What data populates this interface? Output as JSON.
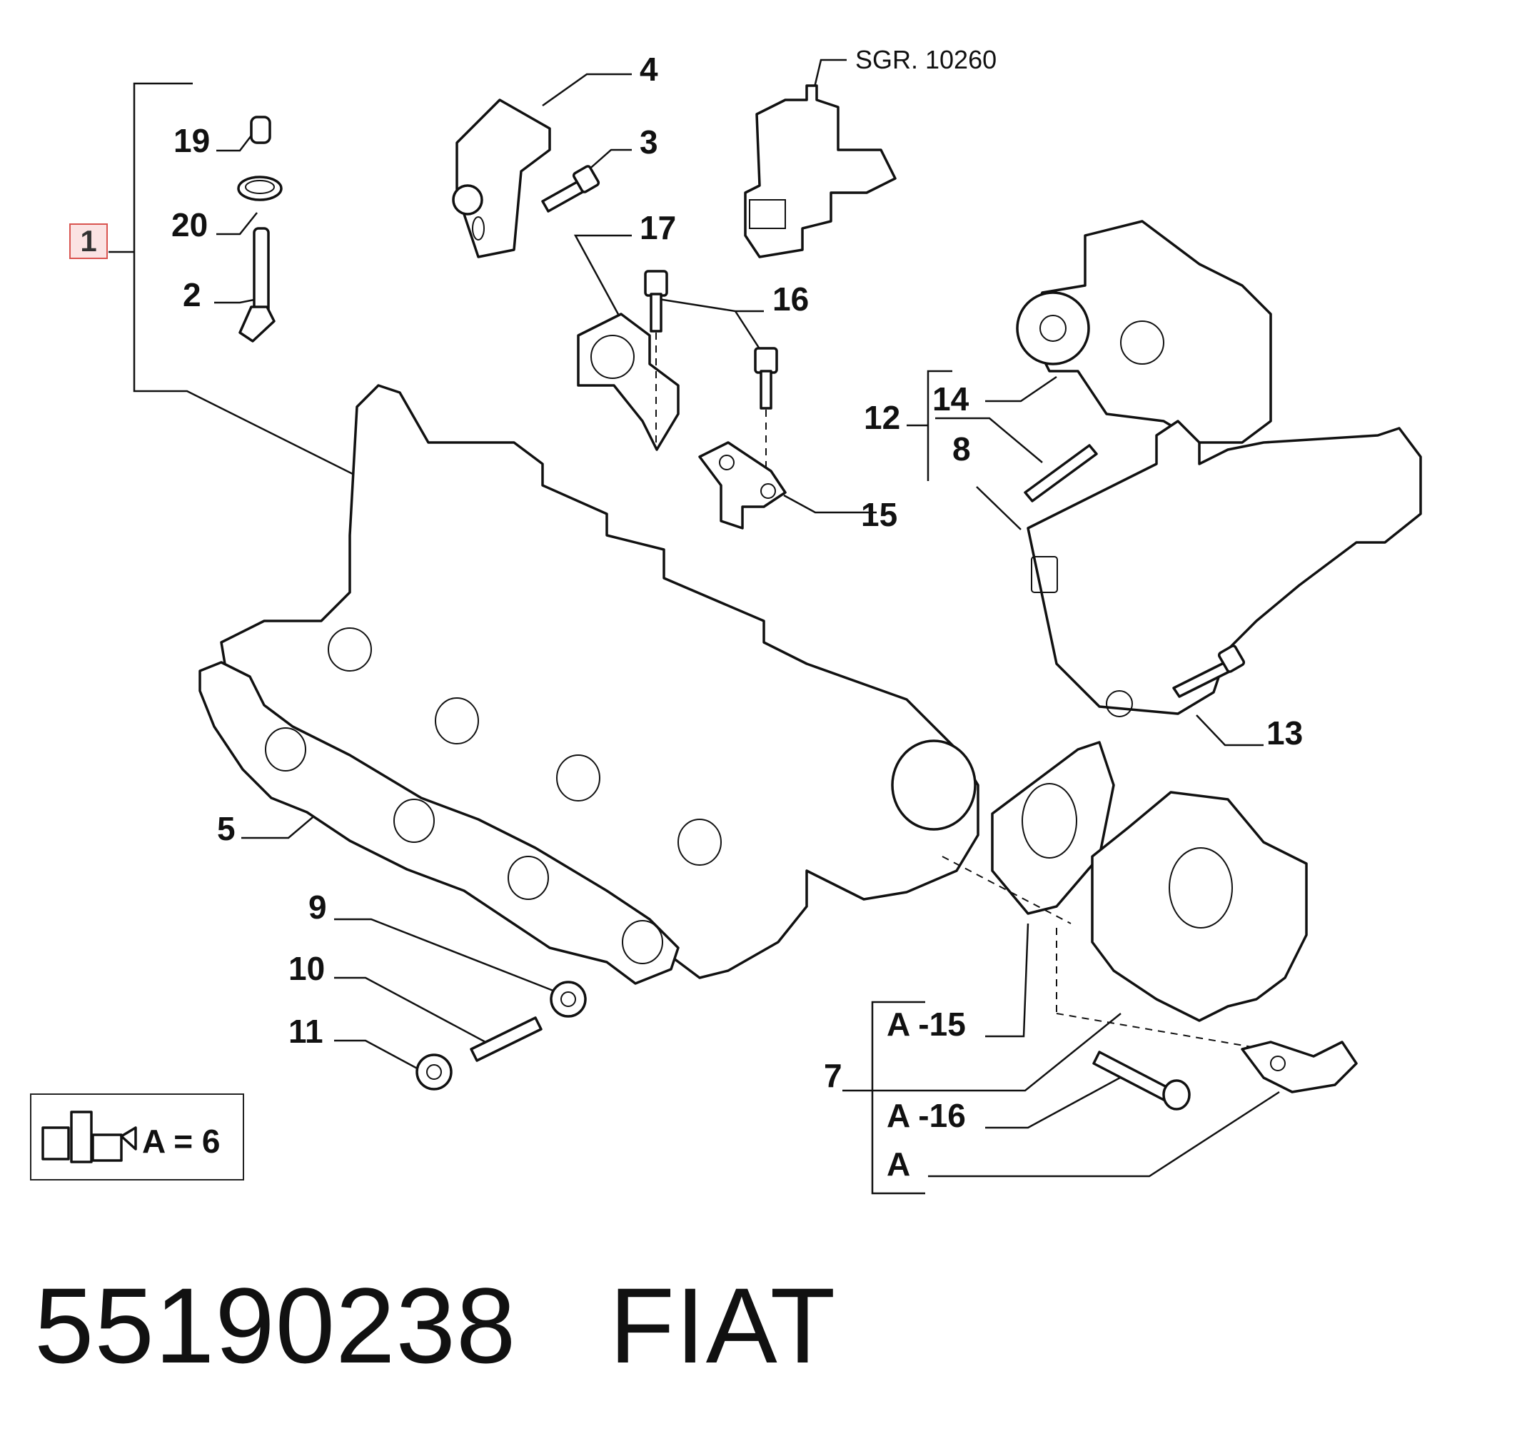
{
  "labels": {
    "p1": "1",
    "p2": "2",
    "p3": "3",
    "p4": "4",
    "p5": "5",
    "p7": "7",
    "p8": "8",
    "p9": "9",
    "p10": "10",
    "p11": "11",
    "p12": "12",
    "p13": "13",
    "p14": "14",
    "p15": "15",
    "p16": "16",
    "p17": "17",
    "p19": "19",
    "p20": "20",
    "a15": "A -15",
    "a16": "A -16",
    "a": "A",
    "sgr": "SGR. 10260"
  },
  "kit": {
    "text": "A =  6"
  },
  "footer": {
    "part_number": "55190238",
    "brand": "FIAT"
  },
  "colors": {
    "highlight_border": "#d9534f",
    "highlight_fill": "#fbe3e3",
    "ink": "#111111"
  }
}
